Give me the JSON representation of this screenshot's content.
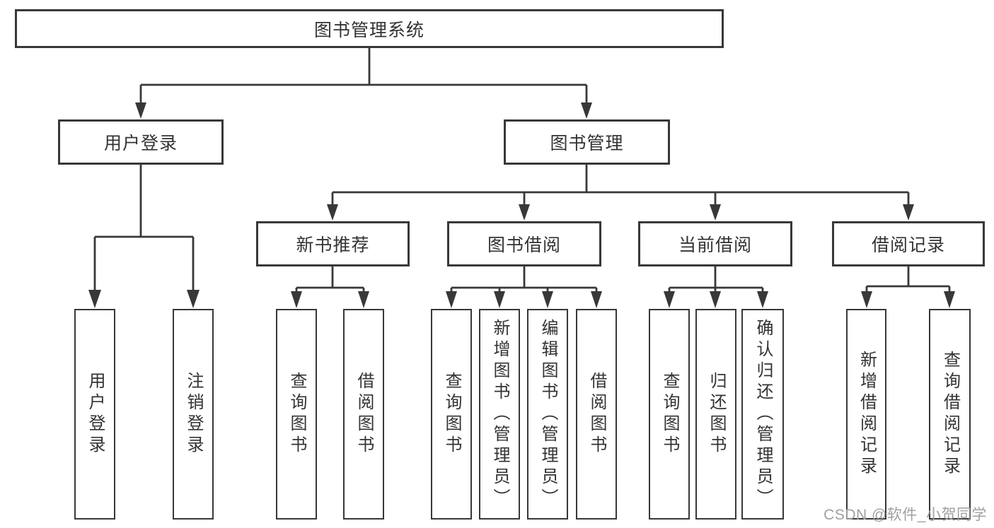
{
  "tree": {
    "root": {
      "label": "图书管理系统"
    },
    "branches": [
      {
        "label": "用户登录",
        "children": [
          {
            "label": "用户登录"
          },
          {
            "label": "注销登录"
          }
        ]
      },
      {
        "label": "图书管理",
        "children": [
          {
            "label": "新书推荐",
            "children": [
              {
                "label": "查询图书"
              },
              {
                "label": "借阅图书"
              }
            ]
          },
          {
            "label": "图书借阅",
            "children": [
              {
                "label": "查询图书"
              },
              {
                "label": "新增图书（管理员）"
              },
              {
                "label": "编辑图书（管理员）"
              },
              {
                "label": "借阅图书"
              }
            ]
          },
          {
            "label": "当前借阅",
            "children": [
              {
                "label": "查询图书"
              },
              {
                "label": "归还图书"
              },
              {
                "label": "确认归还（管理员）"
              }
            ]
          },
          {
            "label": "借阅记录",
            "children": [
              {
                "label": "新增借阅记录"
              },
              {
                "label": "查询借阅记录"
              }
            ]
          }
        ]
      }
    ]
  },
  "watermark": {
    "text": "CSDN @软件_小贺同学"
  },
  "colors": {
    "line": "#383838",
    "text": "#333333",
    "background": "#ffffff",
    "watermark": "#a0a0a0"
  }
}
